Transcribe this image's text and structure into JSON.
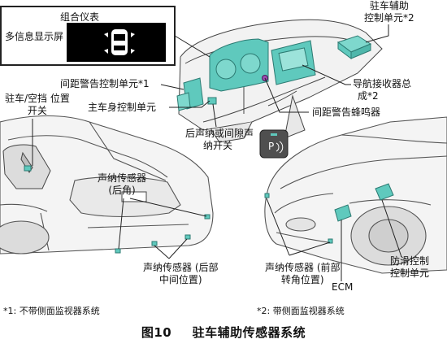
{
  "inset": {
    "title": "组合仪表",
    "display_label": "多信息显示屏"
  },
  "labels": {
    "parking_assist_ecu": [
      "驻车辅助",
      "控制单元*2"
    ],
    "distance_warning_ecu": "间距警告控制单元*1",
    "parking_shift_switch": [
      "驻车/空挡 位置",
      "开关"
    ],
    "main_body_ecu": "主车身控制单元",
    "nav_receiver": [
      "导航接收器总",
      "成*2"
    ],
    "distance_buzzer": "间距警告蜂鸣器",
    "rear_sonar_switch": [
      "后声纳或间隙声",
      "纳开关"
    ],
    "sonar_rear_corner": [
      "声纳传感器",
      "(后角)"
    ],
    "sonar_rear_center": [
      "声纳传感器 (后部",
      "中间位置)"
    ],
    "sonar_front_corner": [
      "声纳传感器 (前部",
      "转角位置)"
    ],
    "ecm": "ECM",
    "skid_control_ecu": [
      "防滑控制",
      "控制单元"
    ]
  },
  "switch_text": "P",
  "notes": {
    "note1": "*1: 不带侧面监视器系统",
    "note2": "*2: 带侧面监视器系统"
  },
  "caption": {
    "figure_no": "图10",
    "title": "驻车辅助传感器系统"
  }
}
